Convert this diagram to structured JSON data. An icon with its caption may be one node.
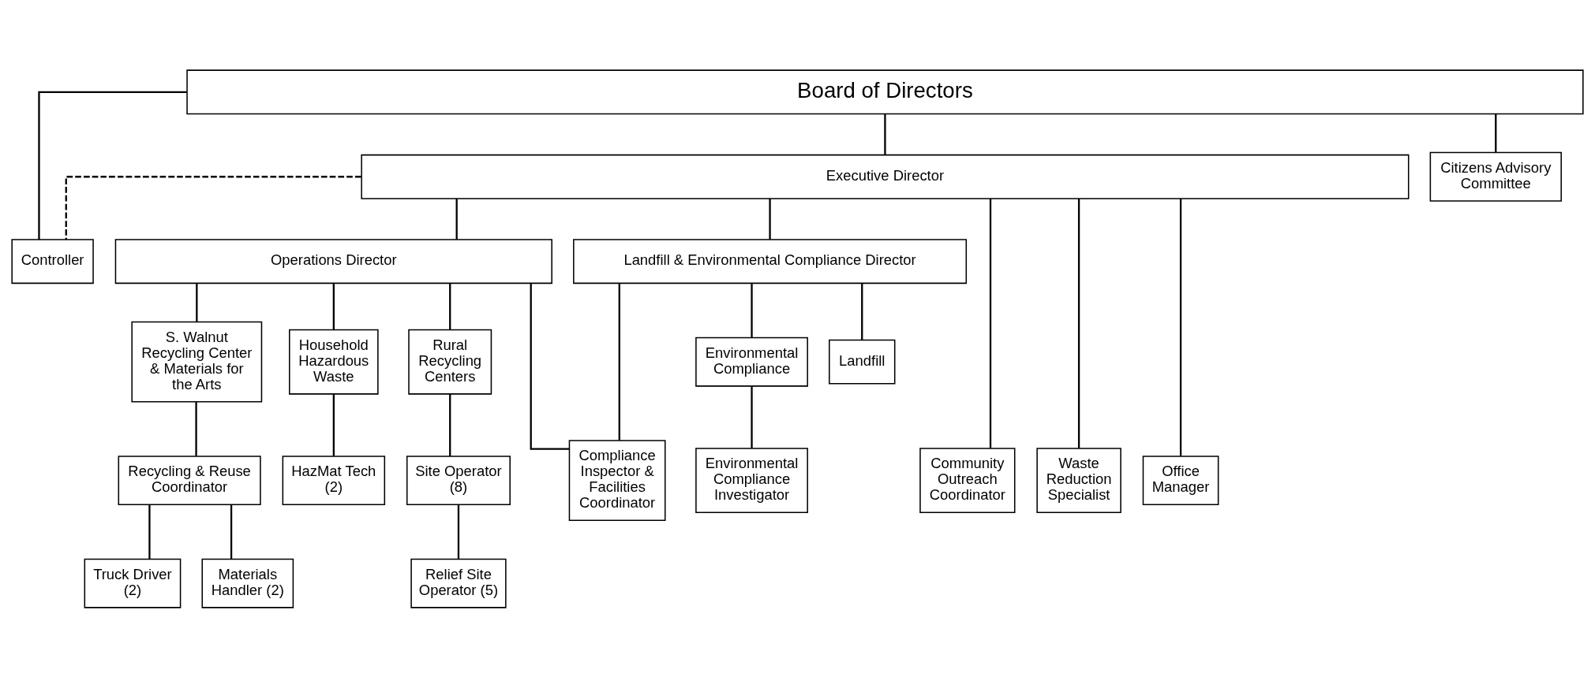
{
  "diagram": {
    "nodes": [
      {
        "text": [
          "Board of Directors"
        ]
      },
      {
        "text": [
          "Executive Director"
        ]
      },
      {
        "text": [
          "Citizens Advisory Committee"
        ]
      },
      {
        "text": [
          "Operations Director"
        ]
      },
      {
        "text": [
          "Landfill & Environmental Compliance Director"
        ]
      },
      {
        "text": [
          "Controller"
        ]
      },
      {
        "text": [
          "S. Walnut Recycling Center & Materials for the Arts"
        ]
      },
      {
        "text": [
          "Household Hazardous Waste"
        ]
      },
      {
        "text": [
          "Rural Recycling Centers"
        ]
      },
      {
        "text": [
          "Environmental Compliance"
        ]
      },
      {
        "text": [
          "Landfill"
        ]
      },
      {
        "text": [
          "Recycling & Reuse Coordinator"
        ]
      },
      {
        "text": [
          "HazMat Tech (2)"
        ]
      },
      {
        "text": [
          "Site Operator (8)"
        ]
      },
      {
        "text": [
          "Compliance Inspector & Facilities Coordinator"
        ]
      },
      {
        "text": [
          "Environmental Compliance Investigator"
        ]
      },
      {
        "text": [
          "Community Outreach Coordinator"
        ]
      },
      {
        "text": [
          "Waste Reduction Specialist"
        ]
      },
      {
        "text": [
          "Office Manager"
        ]
      },
      {
        "text": [
          "Truck Driver (2)"
        ]
      },
      {
        "text": [
          "Relief Site Operator (5)"
        ]
      },
      {
        "text": [
          "Materials Handler (2)"
        ]
      }
    ],
    "edges": [
      {
        "from": 0,
        "to": 1,
        "arrow": "none"
      },
      {
        "from": 0,
        "to": 5,
        "arrow": "none"
      },
      {
        "from": 0,
        "to": 2,
        "arrow": "none"
      },
      {
        "from": 1,
        "to": 5,
        "arrow": "none",
        "style": "dashed"
      },
      {
        "from": 1,
        "to": 3,
        "arrow": "none"
      },
      {
        "from": 1,
        "to": 4,
        "arrow": "none"
      },
      {
        "from": 1,
        "to": 16,
        "arrow": "none"
      },
      {
        "from": 1,
        "to": 17,
        "arrow": "none"
      },
      {
        "from": 1,
        "to": 18,
        "arrow": "none"
      },
      {
        "from": 3,
        "to": 6,
        "arrow": "none"
      },
      {
        "from": 3,
        "to": 7,
        "arrow": "none"
      },
      {
        "from": 3,
        "to": 8,
        "arrow": "none"
      },
      {
        "from": 3,
        "to": 14,
        "arrow": "none"
      },
      {
        "from": 4,
        "to": 14,
        "arrow": "none"
      },
      {
        "from": 4,
        "to": 9,
        "arrow": "none"
      },
      {
        "from": 4,
        "to": 10,
        "arrow": "none"
      },
      {
        "from": 6,
        "to": 11,
        "arrow": "none"
      },
      {
        "from": 7,
        "to": 12,
        "arrow": "none"
      },
      {
        "from": 8,
        "to": 13,
        "arrow": "none"
      },
      {
        "from": 13,
        "to": 20,
        "arrow": "none"
      },
      {
        "from": 9,
        "to": 15,
        "arrow": "none"
      },
      {
        "from": 11,
        "to": 19,
        "arrow": "none"
      },
      {
        "from": 11,
        "to": 21,
        "arrow": "none"
      }
    ]
  }
}
